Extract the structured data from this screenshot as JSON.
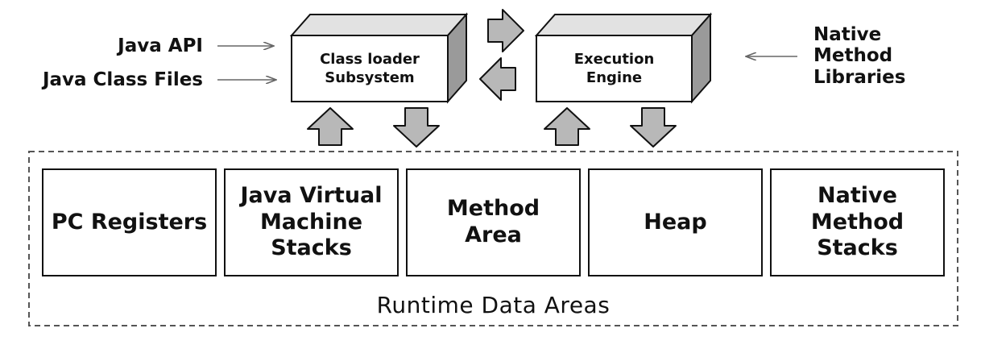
{
  "inputs": {
    "java_api": "Java API",
    "java_class_files": "Java Class Files",
    "native_method_libraries_lines": [
      "Native",
      "Method",
      "Libraries"
    ]
  },
  "class_loader": {
    "lines": [
      "Class loader",
      "Subsystem"
    ]
  },
  "execution_engine": {
    "lines": [
      "Execution",
      "Engine"
    ]
  },
  "runtime_data_areas": {
    "title": "Runtime Data Areas",
    "cells": [
      {
        "lines": [
          "PC Registers"
        ]
      },
      {
        "lines": [
          "Java Virtual",
          "Machine",
          "Stacks"
        ]
      },
      {
        "lines": [
          "Method",
          "Area"
        ]
      },
      {
        "lines": [
          "Heap"
        ]
      },
      {
        "lines": [
          "Native",
          "Method",
          "Stacks"
        ]
      }
    ]
  },
  "colors": {
    "line": "#111111",
    "arrow_fill": "#b8b8b8",
    "box_side_shade": "#9a9a9a",
    "box_top_shade": "#e2e2e2",
    "thin_arrow": "#666666"
  }
}
